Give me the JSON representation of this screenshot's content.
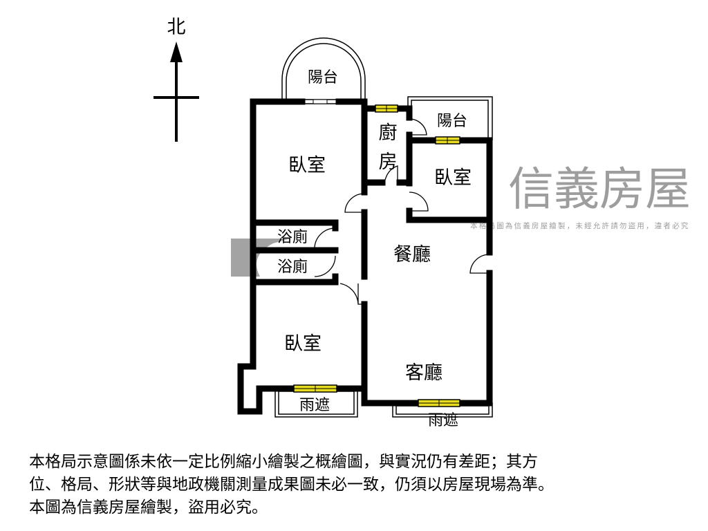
{
  "compass": {
    "north_label": "北"
  },
  "rooms": {
    "balcony_top": "陽台",
    "balcony_right": "陽台",
    "kitchen_1": "廚",
    "kitchen_2": "房",
    "bedroom_main": "臥室",
    "bedroom_small": "臥室",
    "bath_1": "浴廁",
    "bath_2": "浴廁",
    "dining": "餐廳",
    "bedroom_bottom": "臥室",
    "living": "客廳",
    "canopy_left": "雨遮",
    "canopy_right": "雨遮"
  },
  "watermark": {
    "brand": "信義房屋",
    "notice": "本格局圖為信義房屋繪製，未經允許請勿盜用，違者必究"
  },
  "disclaimer": {
    "line1": "本格局示意圖係未依一定比例縮小繪製之概繪圖，與實況仍有差距；其方",
    "line2": "位、格局、形狀等與地政機關測量成果圖未必一致，仍須以房屋現場為準。",
    "line3": "本圖為信義房屋繪製，盜用必究。"
  },
  "colors": {
    "window": "#e8dc1e",
    "wall": "#000000",
    "watermark": "#8c8c8c"
  }
}
